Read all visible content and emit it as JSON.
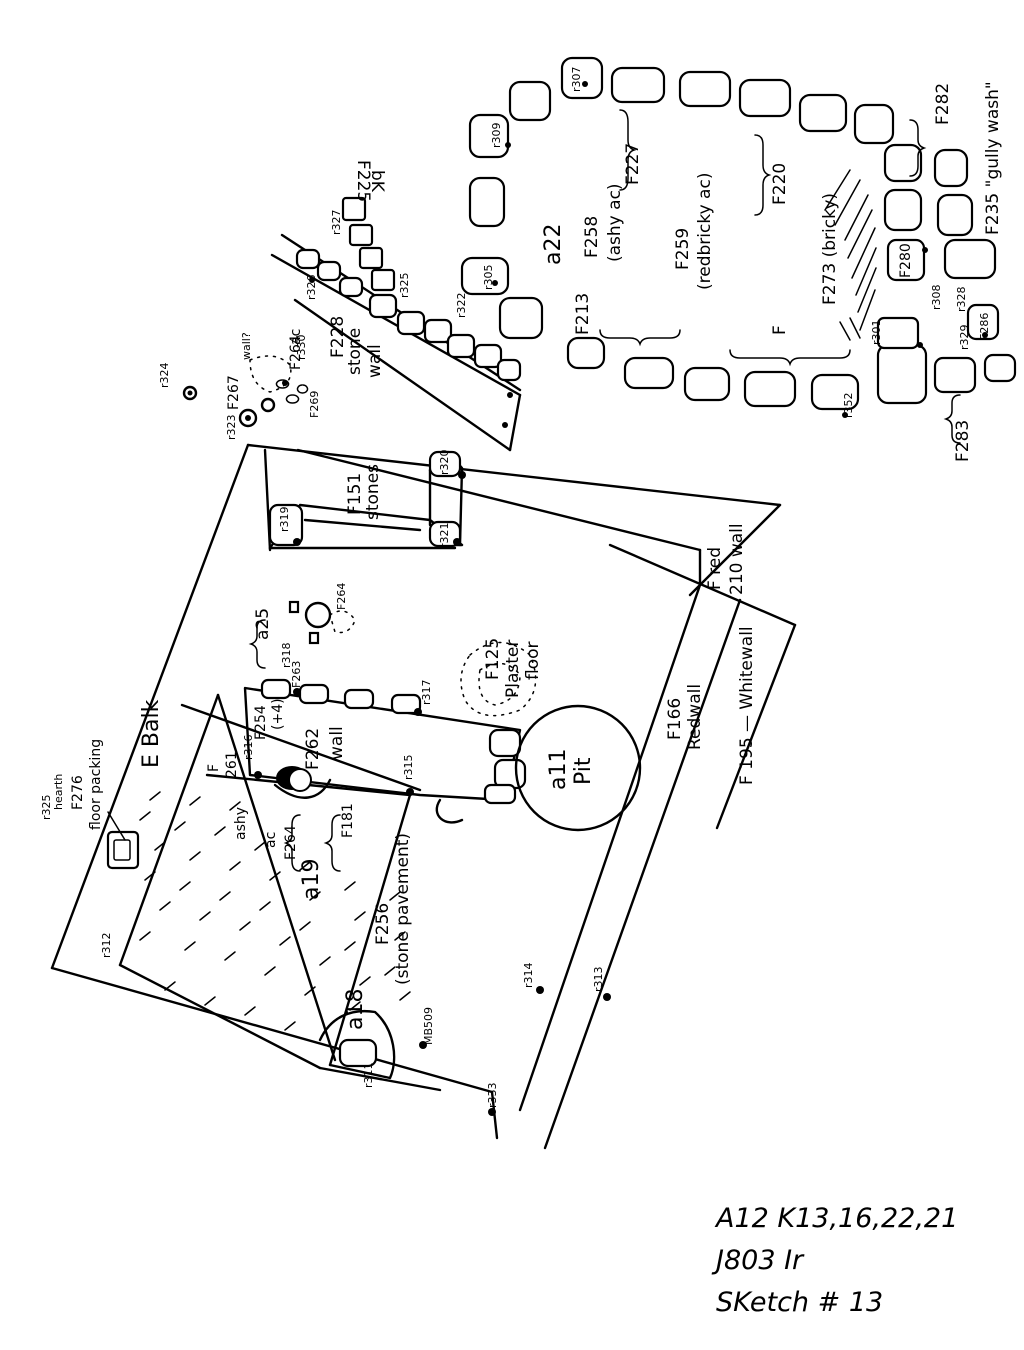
{
  "labels": {
    "f225": "F225",
    "bk": "bK",
    "r327": "r327",
    "r326": "r326",
    "r325a": "r325",
    "r322": "r322",
    "f228": "F228",
    "stone_wall": "stone",
    "stone_wall2": "wall",
    "r330": "r330",
    "f267": "F267",
    "wall_q": "wall?",
    "f264": "F264",
    "ac_top": "ac",
    "f269": "F269",
    "r324": "r324",
    "r323": "r323",
    "r321": "r321",
    "r320": "r320",
    "r319": "r319",
    "f151": "F151",
    "stones": "stones",
    "a25": "a25",
    "f263": "F263",
    "f264b": "F264",
    "f125": "F125",
    "plaster_floor": "Plaster",
    "floor": "floor",
    "red_210": "F red",
    "wall_210": "210 wall",
    "f166": "F166",
    "redwall": "Redwall",
    "f195": "F 195 — Whitewall",
    "r318": "r318",
    "r317": "r317",
    "r316": "r316",
    "r315": "r315",
    "f254": "F254",
    "f254b": "(+4)",
    "f262": "F262",
    "wall": "wall",
    "e_balk": "E Balk",
    "f261": "F",
    "f261b": "261",
    "ashy": "ashy",
    "ac_f264": "ac",
    "f264c": "F264",
    "f181": "F181",
    "a19": "a19",
    "a11": "a11",
    "pit": "Pit",
    "f256": "F256",
    "stone_pavement": "(stone pavement)",
    "a18": "a18",
    "r325": "r325",
    "f276": "F276",
    "floor_packing": "floor packing",
    "hearth": "hearth",
    "r312": "r312",
    "r314": "r314",
    "r313": "r313",
    "r333": "r333",
    "r311": "r311",
    "mb": "MB509",
    "a22": "a22",
    "f258": "F258",
    "ashy_ac": "(ashy ac)",
    "f259": "F259",
    "redbricky": "(redbricky ac)",
    "f227": "F227",
    "f220": "F220",
    "f273": "F273 (bricky)",
    "f213": "F213",
    "f_low": "F",
    "f282": "F282",
    "f235": "F235 \"gully wash\"",
    "f280": "F280",
    "f286": "F286",
    "f283": "F283",
    "r328": "r328",
    "r329": "r329",
    "r301": "r301",
    "r309": "r309",
    "r305": "r305",
    "r307": "r307",
    "r308": "r308",
    "r352": "r352"
  },
  "caption": {
    "line1": "A12 K13,16,22,21",
    "line2": "J803 Ir",
    "line3": "SKetch # 13"
  }
}
